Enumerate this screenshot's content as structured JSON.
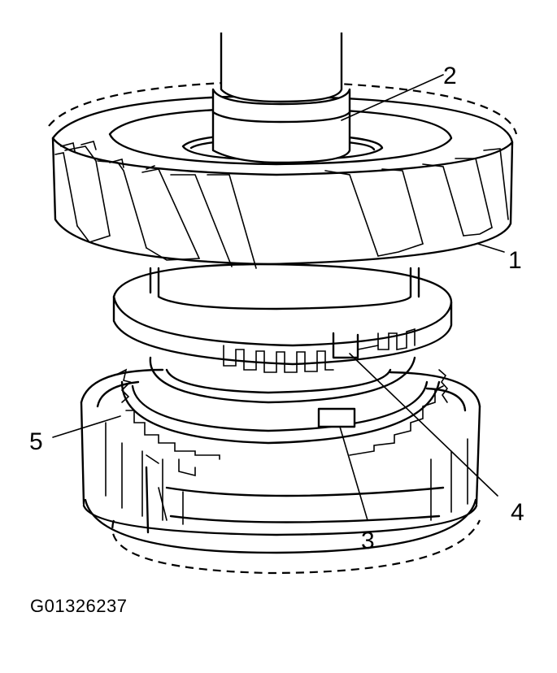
{
  "figure_id": "G01326237",
  "callouts": [
    {
      "number": "1"
    },
    {
      "number": "2"
    },
    {
      "number": "3"
    },
    {
      "number": "4"
    },
    {
      "number": "5"
    }
  ]
}
